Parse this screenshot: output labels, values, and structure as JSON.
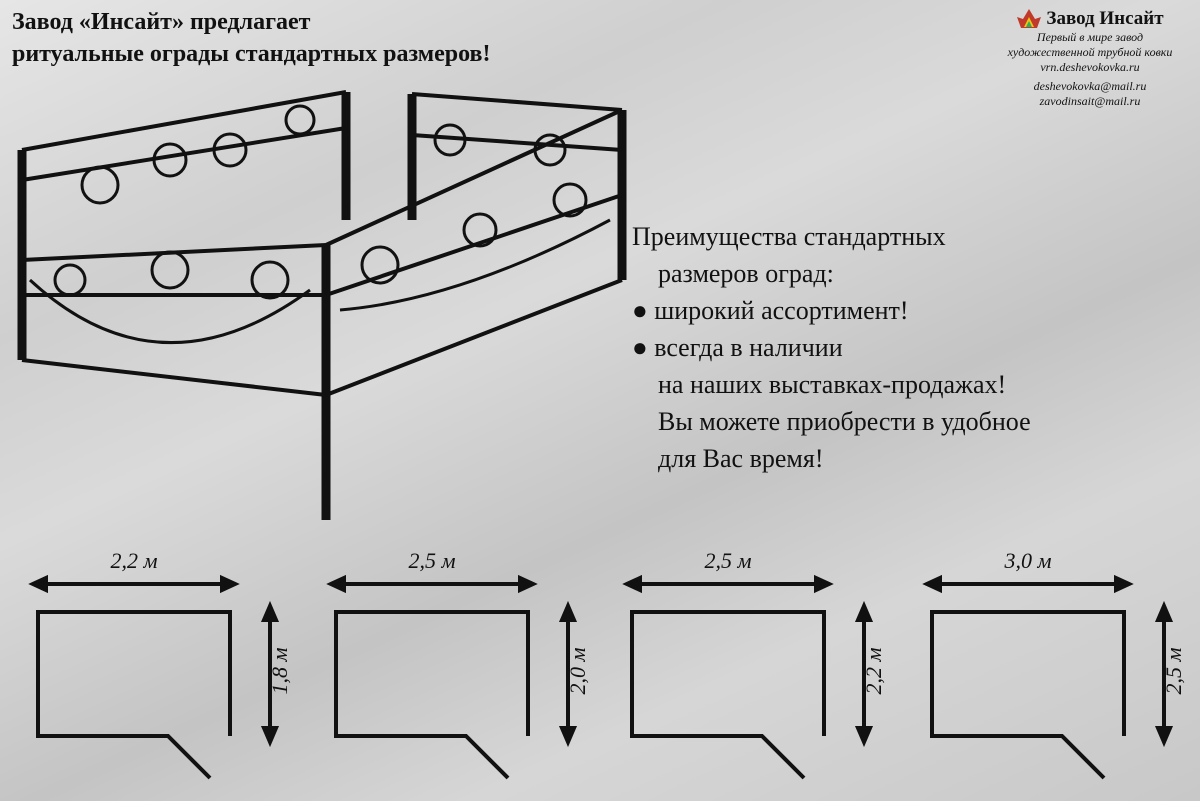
{
  "headline": [
    "Завод «Инсайт» предлагает",
    "ритуальные ограды стандартных размеров!"
  ],
  "logo": {
    "name": "Завод Инсайт",
    "lines": [
      "Первый в мире завод",
      "художественной трубной ковки",
      "vrn.deshevokovka.ru",
      "deshevokovka@mail.ru",
      "zavodinsait@mail.ru"
    ]
  },
  "benefits": {
    "heading1": "Преимущества стандартных",
    "heading2": "размеров оград:",
    "bullet1": "● широкий ассортимент!",
    "bullet2": "● всегда в наличии",
    "line3": "на наших выставках-продажах!",
    "line4": "Вы можете приобрести в удобное",
    "line5": "для Вас время!"
  },
  "sizes": [
    {
      "width": "2,2 м",
      "length": "1,8 м"
    },
    {
      "width": "2,5 м",
      "length": "2,0 м"
    },
    {
      "width": "2,5 м",
      "length": "2,2 м"
    },
    {
      "width": "3,0 м",
      "length": "2,5 м"
    }
  ]
}
